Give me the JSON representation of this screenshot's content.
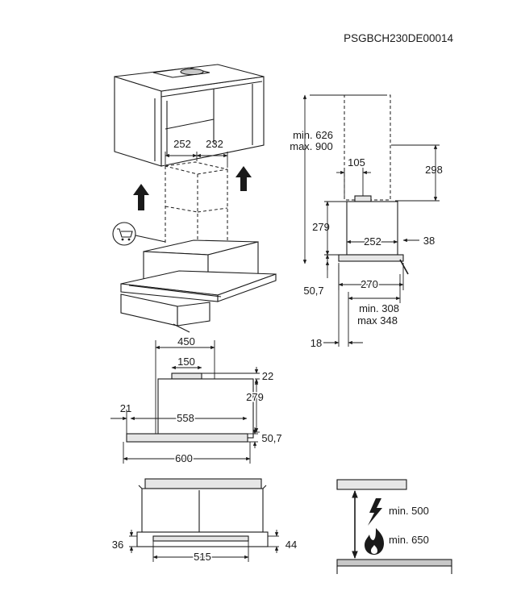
{
  "doc_code": "PSGBCH230DE00014",
  "iso_view": {
    "dim_a": "252",
    "dim_b": "232"
  },
  "side_view": {
    "height_range_min": "min. 626",
    "height_range_max": "max. 900",
    "duct_offset": "105",
    "top_gap": "298",
    "height": "279",
    "width": "252",
    "front_offset": "38",
    "bottom": "50,7",
    "depth": "270",
    "depth_min": "min. 308",
    "depth_max": "max 348",
    "front_lip": "18"
  },
  "front_view": {
    "chimney_width": "450",
    "duct_width": "150",
    "duct_height": "22",
    "body_height": "279",
    "side_offset": "21",
    "body_width": "558",
    "bottom": "50,7",
    "total_width": "600"
  },
  "bottom_view": {
    "left": "36",
    "right": "44",
    "width": "515"
  },
  "clearance": {
    "electric_label": "min. 500",
    "gas_label": "min. 650",
    "electric_icon": "lightning-icon",
    "gas_icon": "flame-icon"
  },
  "cart_icon": "shopping-cart-icon"
}
